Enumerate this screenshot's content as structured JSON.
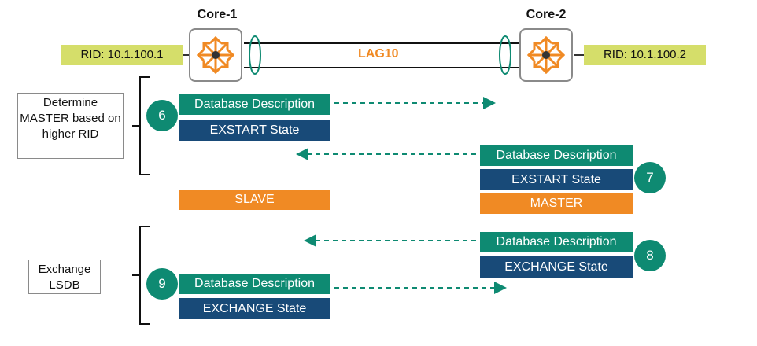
{
  "nodes": {
    "core1": {
      "title": "Core-1",
      "rid": "RID: 10.1.100.1"
    },
    "core2": {
      "title": "Core-2",
      "rid": "RID: 10.1.100.2"
    }
  },
  "link": {
    "label": "LAG10"
  },
  "notes": {
    "determine_master": "Determine MASTER based on higher RID",
    "exchange_lsdb": "Exchange LSDB"
  },
  "steps": {
    "s6": {
      "number": "6",
      "packet": "Database Description",
      "state": "EXSTART State"
    },
    "s7": {
      "number": "7",
      "packet": "Database Description",
      "state": "EXSTART State",
      "role": "MASTER"
    },
    "s8": {
      "number": "8",
      "packet": "Database Description",
      "state": "EXCHANGE State"
    },
    "s9": {
      "number": "9",
      "packet": "Database Description",
      "state": "EXCHANGE State"
    }
  },
  "roles": {
    "core1_role": "SLAVE"
  },
  "colors": {
    "teal": "#0e8a72",
    "navy": "#184a78",
    "orange": "#f08a24",
    "rid_bg": "#d5de6a"
  },
  "icons": {
    "router": "router-icon",
    "lag": "lag-icon",
    "arrow": "dashed-arrow"
  }
}
